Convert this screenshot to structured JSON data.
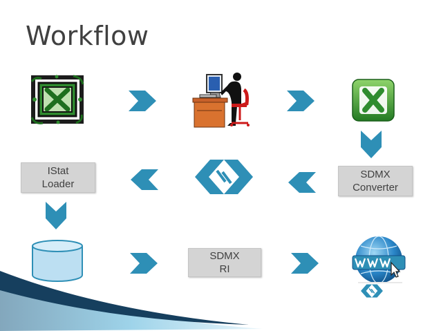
{
  "title": "Workflow",
  "colors": {
    "arrow": "#2e8fb6",
    "box": "#d4d4d4",
    "excel_green": "#2f8c2f",
    "database": "#bcdff2"
  },
  "icons": [
    "excel-sketch-icon",
    "office-worker-icon",
    "excel-icon",
    "sdmx-logo-icon",
    "database-icon",
    "www-globe-icon"
  ],
  "boxes": {
    "istat_loader": {
      "line1": "IStat",
      "line2": "Loader"
    },
    "sdmx_converter": {
      "line1": "SDMX",
      "line2": "Converter"
    },
    "sdmx_ri": {
      "line1": "SDMX",
      "line2": "RI"
    }
  }
}
